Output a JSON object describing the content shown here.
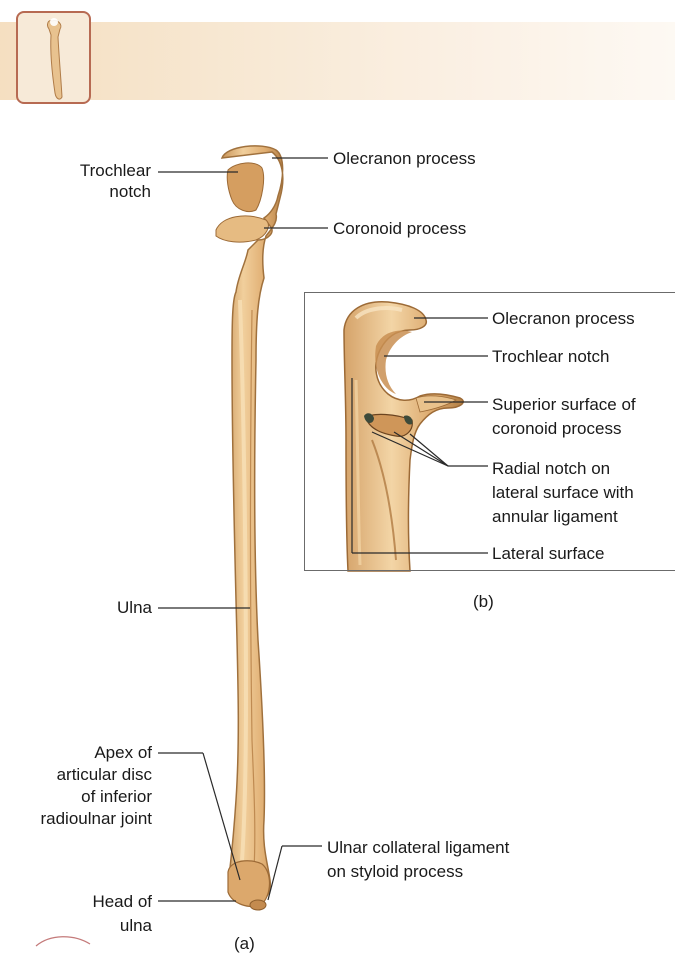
{
  "figure_a": {
    "caption": "(a)",
    "labels": {
      "trochlear_notch": "Trochlear\nnotch",
      "olecranon_process": "Olecranon process",
      "coronoid_process": "Coronoid process",
      "ulna": "Ulna",
      "apex_articular_disc": "Apex of\narticular disc\nof inferior\nradioulnar joint",
      "ulnar_collateral_ligament": "Ulnar collateral ligament\non styloid process",
      "head_of_ulna": "Head of\nulna"
    }
  },
  "figure_b": {
    "caption": "(b)",
    "labels": {
      "olecranon_process": "Olecranon process",
      "trochlear_notch": "Trochlear notch",
      "superior_surface_coronoid": "Superior surface of\ncoronoid process",
      "radial_notch": "Radial notch on\nlateral surface with\nannular ligament",
      "lateral_surface": "Lateral surface"
    }
  },
  "colors": {
    "bone_fill": "#e2b47a",
    "bone_shadow": "#b9864c",
    "bone_highlight": "#f4d8a8",
    "leader_line": "#2a2a2a",
    "thumb_border": "#b76a52"
  }
}
